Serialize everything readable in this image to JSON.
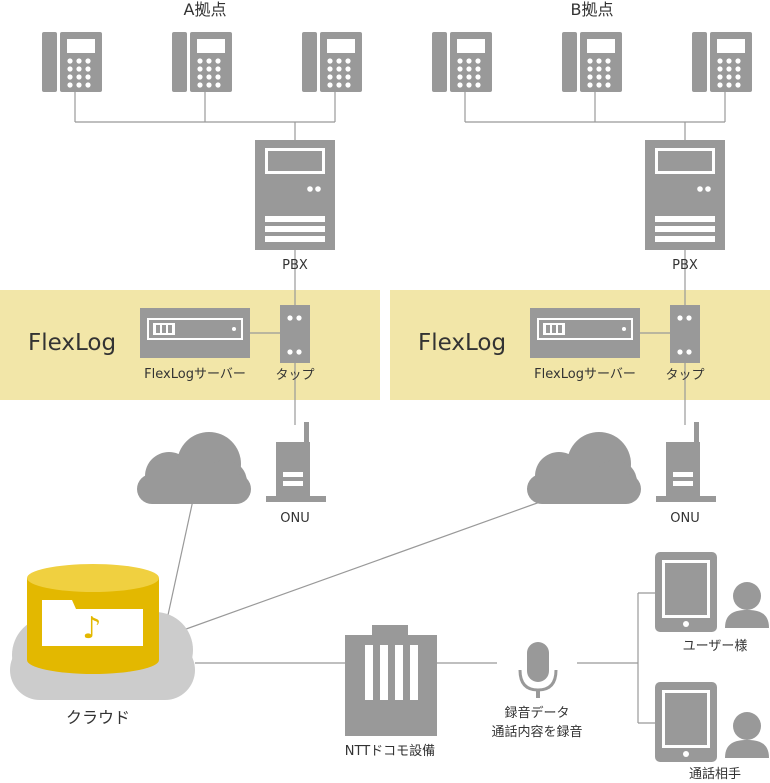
{
  "sites": {
    "a": {
      "title": "A拠点",
      "pbx": "PBX",
      "flexlog": "FlexLog",
      "server": "FlexLogサーバー",
      "tap": "タップ",
      "onu": "ONU"
    },
    "b": {
      "title": "B拠点",
      "pbx": "PBX",
      "flexlog": "FlexLog",
      "server": "FlexLogサーバー",
      "tap": "タップ",
      "onu": "ONU"
    }
  },
  "cloud": {
    "label": "クラウド",
    "icon": "music-note-icon"
  },
  "ntt": {
    "label": "NTTドコモ設備"
  },
  "recording": {
    "line1": "録音データ",
    "line2": "通話内容を録音"
  },
  "parties": {
    "user": "ユーザー様",
    "other": "通話相手"
  },
  "colors": {
    "device": "#999999",
    "band": "#f2e6a8",
    "cloud_gold": "#e3b800",
    "cloud_gray": "#cccccc",
    "line": "#999999"
  }
}
